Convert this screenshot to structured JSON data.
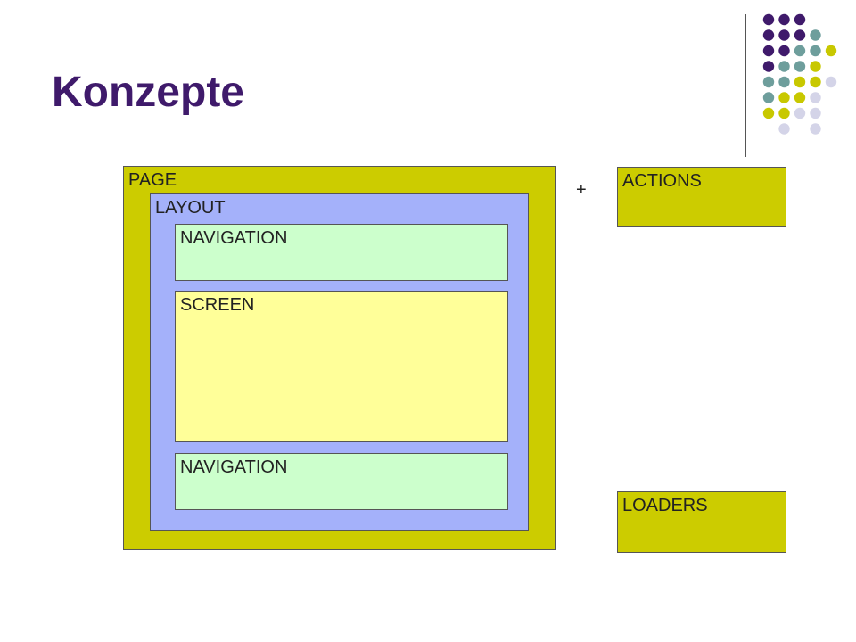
{
  "slide": {
    "title": "Konzepte"
  },
  "diagram": {
    "page_label": "PAGE",
    "layout_label": "LAYOUT",
    "navigation_top_label": "NAVIGATION",
    "screen_label": "SCREEN",
    "navigation_bottom_label": "NAVIGATION",
    "plus_sign": "+",
    "actions_label": "ACTIONS",
    "loaders_label": "LOADERS"
  },
  "colors": {
    "title": "#3f1a6b",
    "page": "#cccc00",
    "layout": "#a4b1fa",
    "navigation": "#ccffcc",
    "screen": "#ffff99",
    "actions": "#cccc00",
    "loaders": "#cccc00",
    "dot_purple": "#3f1a6b",
    "dot_teal": "#6e9e9c",
    "dot_olive": "#c8c800",
    "dot_lavender": "#d4d4e8"
  }
}
